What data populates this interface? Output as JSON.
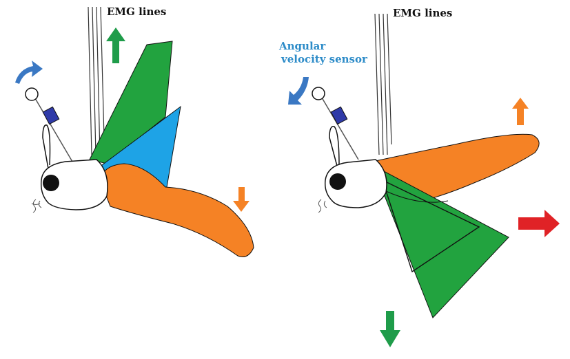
{
  "labels": {
    "emg_left": "EMG lines",
    "emg_right": "EMG lines",
    "sensor_line1": "Angular",
    "sensor_line2": "velocity sensor"
  },
  "colors": {
    "forewing": "#22a33f",
    "hindwing_blue": "#1ea3e6",
    "hindwing_orange": "#f58225",
    "arrow_green": "#1f9c4a",
    "arrow_orange": "#f58225",
    "arrow_red": "#e02226",
    "arrow_blue": "#3a78c3",
    "sensor_box": "#2f3aa8",
    "sensor_label": "#2c8bc8",
    "outline": "#111111"
  },
  "icons": {
    "up_arrow_left": "up-arrow-icon",
    "down_arrow_left": "down-arrow-icon",
    "curved_arrow_left": "curved-arrow-icon",
    "curved_arrow_right": "curved-arrow-icon",
    "up_arrow_right": "up-arrow-icon",
    "right_arrow": "right-arrow-icon",
    "down_arrow_right": "down-arrow-icon"
  }
}
